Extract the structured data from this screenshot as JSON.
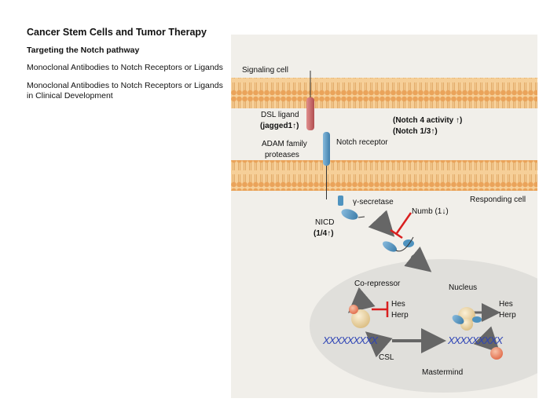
{
  "sidebar": {
    "title": "Cancer Stem Cells and Tumor Therapy",
    "subtitle": "Targeting the Notch pathway",
    "links": [
      "Monoclonal Antibodies to Notch Receptors or Ligands",
      "Monoclonal Antibodies to Notch Receptors or Ligands in Clinical Development"
    ]
  },
  "diagram": {
    "signaling_cell": "Signaling cell",
    "responding_cell": "Responding cell",
    "dsl_ligand": "DSL ligand",
    "jagged": "(jagged1↑)",
    "notch4": "(Notch 4 activity ↑)",
    "notch13": "(Notch 1/3↑)",
    "adam_line1": "ADAM family",
    "adam_line2": "proteases",
    "notch_receptor": "Notch receptor",
    "gamma_secretase": "γ-secretase",
    "numb": "Numb (1↓)",
    "nicd": "NICD",
    "nicd_sub": "(1/4↑)",
    "co_repressor": "Co-repressor",
    "nucleus": "Nucleus",
    "hes": "Hes",
    "herp": "Herp",
    "csl": "CSL",
    "mastermind": "Mastermind",
    "dna_text": "XXXXXXXXX"
  },
  "colors": {
    "membrane": "#eaa35a",
    "membrane_light": "#f6cf98",
    "diagram_bg": "#f1efea",
    "nucleus": "#e0dfdb",
    "ligand": "#c8676a",
    "receptor": "#4f93bf",
    "inhibit": "#d91f1f",
    "arrow": "#666666",
    "dna": "#2d43b5",
    "csl_ball": "#e8836a",
    "mastermind_ball": "#e7cfa0"
  }
}
